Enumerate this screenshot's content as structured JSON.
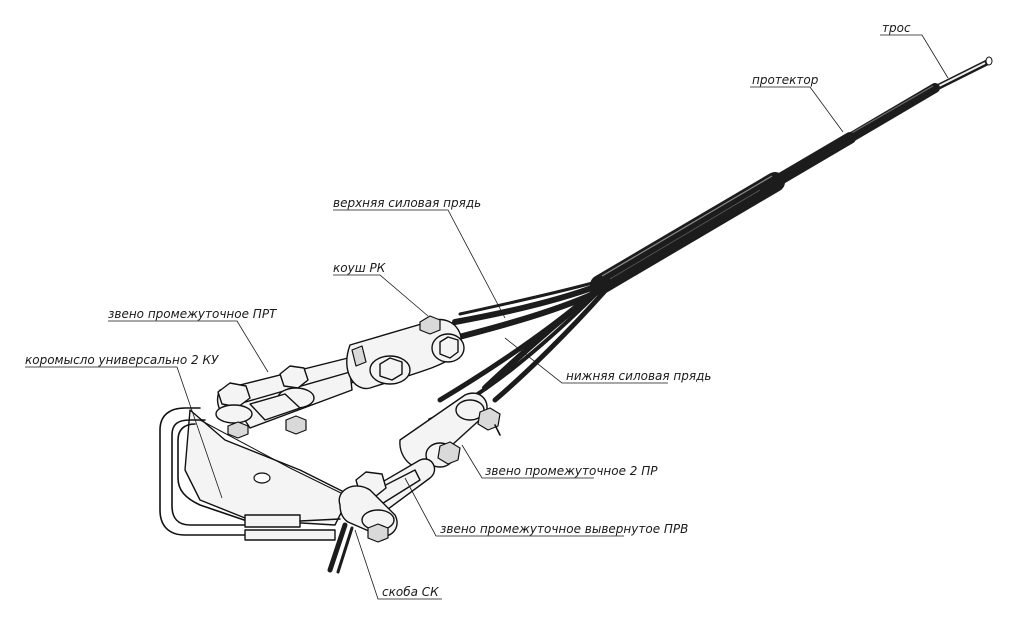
{
  "labels": {
    "tross": "трос",
    "protektor": "протектор",
    "upper_strand": "верхняя силовая прядь",
    "koush": "коуш РК",
    "prt": "звено промежуточное ПРТ",
    "rocker": "коромысло универсально 2 КУ",
    "lower_strand": "нижняя силовая прядь",
    "pr2": "звено промежуточное 2 ПР",
    "prv": "звено промежуточное вывернутое ПРВ",
    "bracket": "скоба СК"
  },
  "colors": {
    "ink": "#111111",
    "metal": "#f4f4f4",
    "cable": "#1c1c1c"
  }
}
